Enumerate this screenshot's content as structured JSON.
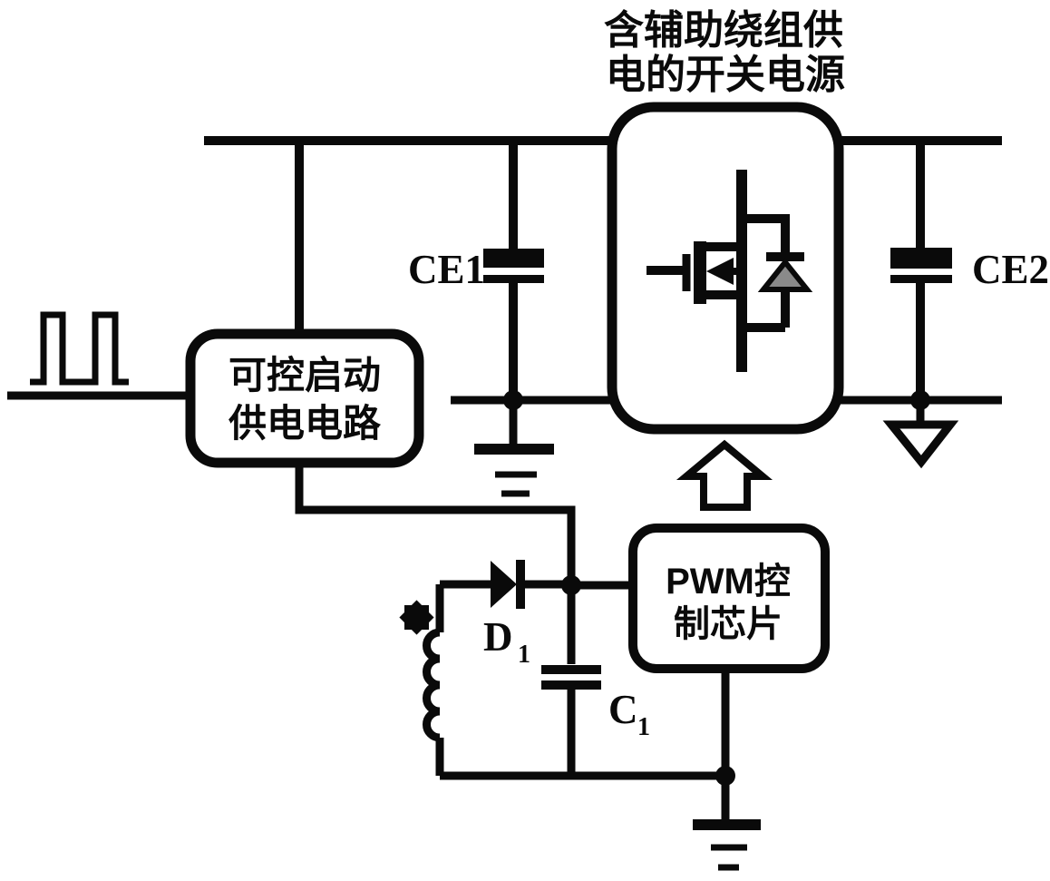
{
  "diagram": {
    "title": {
      "line1": "含辅助绕组供",
      "line2": "电的开关电源"
    },
    "blocks": {
      "startup": {
        "line1": "可控启动",
        "line2": "供电电路"
      },
      "pwm": {
        "line1": "PWM控",
        "line2": "制芯片"
      }
    },
    "labels": {
      "ce1": "CE1",
      "ce2": "CE2",
      "d1": {
        "base": "D",
        "sub": "1"
      },
      "c1": {
        "base": "C",
        "sub": "1"
      }
    },
    "colors": {
      "line": "#0a0a0a",
      "body_diode_fill": "#8a8a8a",
      "background": "#ffffff"
    },
    "symbols": {
      "pulse_waveform": "square-pulse-input",
      "ce1": "electrolytic-capacitor",
      "ce2": "electrolytic-capacitor",
      "c1": "film-capacitor",
      "d1": "diode",
      "winding": "auxiliary-winding-coil",
      "winding_mark": "winding-polarity-star",
      "mosfet": "power-mosfet-with-body-diode",
      "arrow": "hollow-up-block-arrow",
      "grounds": [
        "three-bar-ground",
        "triangle-ground",
        "three-bar-ground"
      ]
    }
  }
}
